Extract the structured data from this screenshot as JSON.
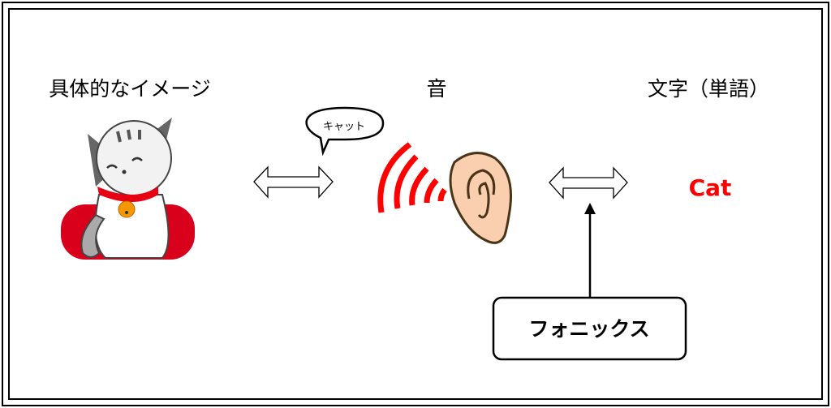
{
  "labels": {
    "image": "具体的なイメージ",
    "sound": "音",
    "word": "文字（単語）"
  },
  "speech_bubble": "キャット",
  "word_example": "Cat",
  "phonics_box": "フォニックス",
  "colors": {
    "accent": "#ff0000",
    "cushion": "#d9001b",
    "ear": "#f9cfb0"
  }
}
